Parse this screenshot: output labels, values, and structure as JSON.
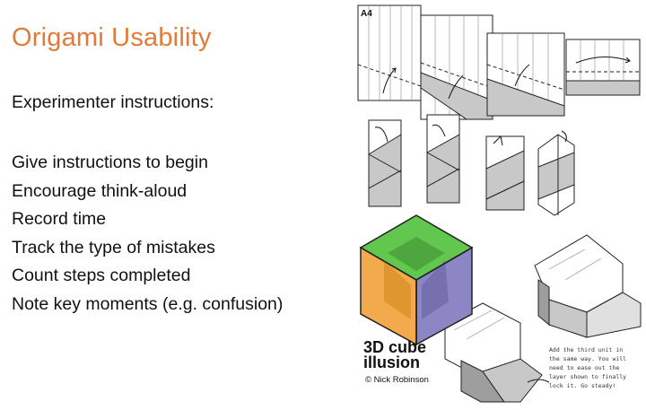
{
  "slide": {
    "title": "Origami Usability",
    "heading": "Experimenter instructions:",
    "bullets": [
      "Give instructions to begin",
      "Encourage think-aloud",
      "Record time",
      "Track the type of mistakes",
      "Count steps completed",
      "Note key moments (e.g. confusion)"
    ]
  },
  "illustration": {
    "paper_label": "A4",
    "caption_line1": "3D cube",
    "caption_line2": "illusion",
    "credit": "© Nick Robinson",
    "note_lines": [
      "Add the third unit in",
      "the same way. You will",
      "need to ease out the",
      "layer shown to finally",
      "lock it. Go steady!"
    ],
    "colors": {
      "accent": "#E07B39",
      "cube_green": "#62C74F",
      "cube_purple": "#8C86C4",
      "cube_orange": "#F2AA4C",
      "shade": "#C8C8C8"
    }
  }
}
